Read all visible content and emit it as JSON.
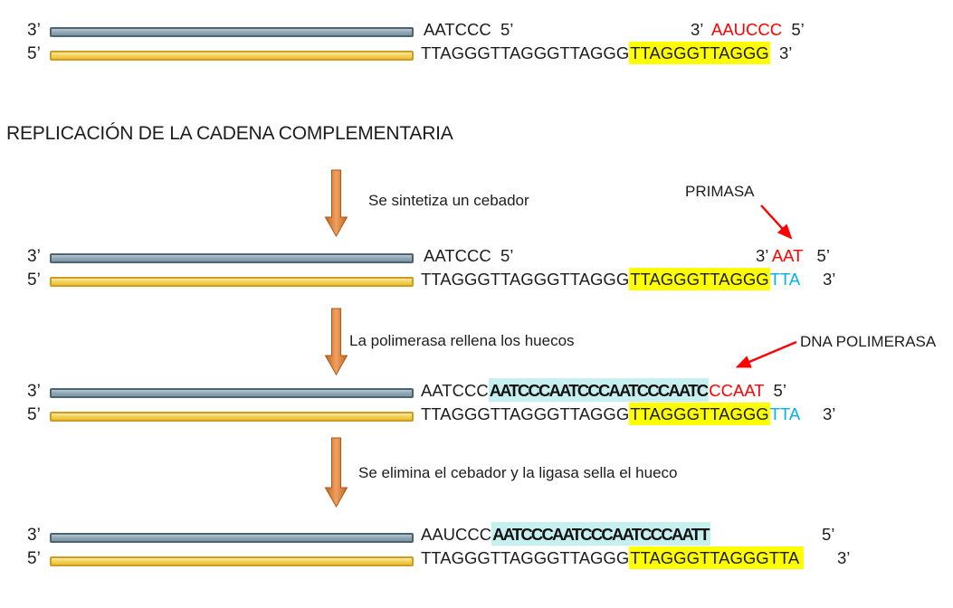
{
  "title": "REPLICACIÓN DE LA CADENA COMPLEMENTARIA",
  "steps": [
    {
      "label": "Se sintetiza un cebador",
      "enzyme": "PRIMASA"
    },
    {
      "label": "La polimerasa rellena los huecos",
      "enzyme": "DNA POLIMERASA"
    },
    {
      "label": "Se elimina el cebador y la ligasa sella el hueco"
    }
  ],
  "strand_pairs": [
    {
      "top_end": "3’",
      "bottom_end": "5’",
      "clusters": {
        "top_left": [
          {
            "t": "AATCCC  5’",
            "c": "k"
          }
        ],
        "top_right": [
          {
            "t": "3’  ",
            "c": "k"
          },
          {
            "t": "AAUCCC",
            "c": "r"
          },
          {
            "t": "  5’",
            "c": "k"
          }
        ],
        "bottom": [
          {
            "t": "TTAGGGTTAGGGTTAGGG",
            "c": "k"
          },
          {
            "t": "TTAGGGTTAGGG",
            "c": "y"
          },
          {
            "t": "  3’",
            "c": "k"
          }
        ]
      }
    },
    {
      "top_end": "3’",
      "bottom_end": "5’",
      "clusters": {
        "top_left": [
          {
            "t": "AATCCC  5’",
            "c": "k"
          }
        ],
        "top_right": [
          {
            "t": "3’ ",
            "c": "k"
          },
          {
            "t": "AAT",
            "c": "r"
          },
          {
            "t": "   5’",
            "c": "k"
          }
        ],
        "bottom": [
          {
            "t": "TTAGGGTTAGGGTTAGGG",
            "c": "k"
          },
          {
            "t": "TTAGGGTTAGGG",
            "c": "y"
          },
          {
            "t": "TTA",
            "c": "b"
          },
          {
            "t": "     3’",
            "c": "k"
          }
        ]
      }
    },
    {
      "top_end": "3’",
      "bottom_end": "5’",
      "clusters": {
        "top_left": [
          {
            "t": "AATCCC",
            "c": "k"
          },
          {
            "t": "AATCCCAATCCCAATCCCAATC",
            "c": "c"
          },
          {
            "t": "CCAAT",
            "c": "r"
          },
          {
            "t": "  5’",
            "c": "k"
          }
        ],
        "bottom": [
          {
            "t": "TTAGGGTTAGGGTTAGGG",
            "c": "k"
          },
          {
            "t": "TTAGGGTTAGGG",
            "c": "y"
          },
          {
            "t": "TTA",
            "c": "b"
          },
          {
            "t": "     3’",
            "c": "k"
          }
        ]
      }
    },
    {
      "top_end": "3’",
      "bottom_end": "5’",
      "clusters": {
        "top_left": [
          {
            "t": "AAUCCC",
            "c": "k"
          },
          {
            "t": "AATCCCAATCCCAATCCCAATT",
            "c": "c"
          }
        ],
        "top_right": [
          {
            "t": "5’",
            "c": "k"
          }
        ],
        "bottom": [
          {
            "t": "TTAGGGTTAGGGTTAGGG",
            "c": "k"
          },
          {
            "t": "TTAGGGTTAGGGTTA ",
            "c": "y"
          }
        ],
        "bottom_right": [
          {
            "t": "3’",
            "c": "k"
          }
        ]
      }
    }
  ],
  "colors": {
    "highlight_yellow": "#ffff00",
    "highlight_cyan": "#c6efef",
    "primer_red": "#ff0000",
    "new_dna_blue": "#00b0f0",
    "strand_top_gray": "#93aab6",
    "strand_bottom_gold": "#f4d45f",
    "process_arrow_orange": "#e07b2c",
    "text_black": "#1d1d1d"
  }
}
